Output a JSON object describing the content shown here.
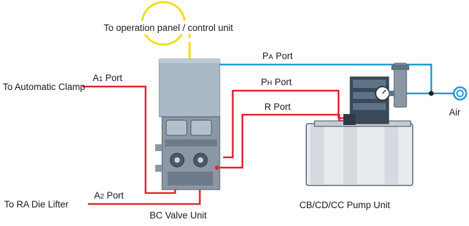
{
  "diagram": {
    "labels": {
      "operation_panel": "To operation panel / control unit",
      "pa_port": {
        "main": "P",
        "sub": "A",
        "suffix": " Port"
      },
      "a1_port": {
        "main": "A",
        "sub": "1",
        "suffix": " Port"
      },
      "to_automatic_clamp": "To Automatic Clamp",
      "ph_port": {
        "main": "P",
        "sub": "H",
        "suffix": " Port"
      },
      "r_port": "R Port",
      "air": "Air",
      "a2_port": {
        "main": "A",
        "sub": "2",
        "suffix": " Port"
      },
      "to_ra_die_lifter": "To RA Die Lifter",
      "bc_valve_unit": "BC Valve Unit",
      "pump_unit": "CB/CD/CC Pump Unit"
    },
    "colors": {
      "electrical": "#f2de14",
      "air_line": "#1f9ad6",
      "hydraulic_line": "#e0232d",
      "valve_body": "#a9b7c6",
      "valve_dark": "#4d5866",
      "pump_tank": "#e8ebee",
      "pump_motor": "#3a4a5a"
    },
    "icons": [
      "air-source-icon",
      "pressure-gauge-icon",
      "valve-unit-icon",
      "pump-unit-icon"
    ]
  }
}
